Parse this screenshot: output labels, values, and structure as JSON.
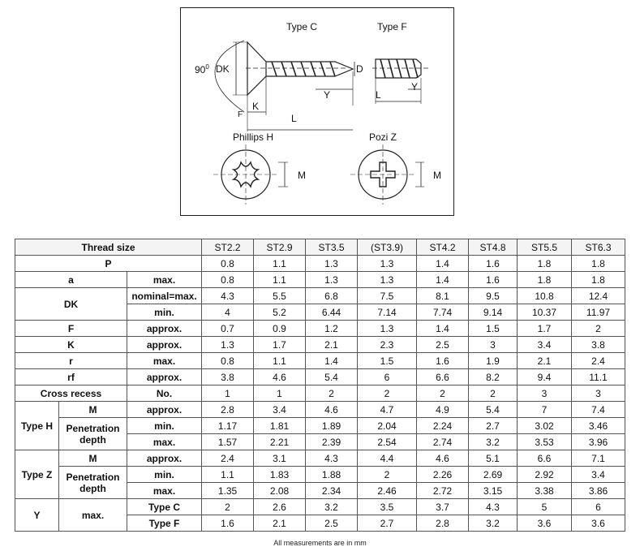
{
  "drawing": {
    "labels": {
      "type_c": "Type C",
      "type_f": "Type F",
      "angle": "90",
      "degree": "0",
      "dk": "DK",
      "d": "D",
      "y1": "Y",
      "y2": "Y",
      "l1": "L",
      "l2": "L",
      "k": "K",
      "f": "F",
      "phillips": "Phillips  H",
      "pozi": "Pozi  Z",
      "m1": "M",
      "m2": "M"
    }
  },
  "table": {
    "header": {
      "label": "Thread size",
      "sizes": [
        "ST2.2",
        "ST2.9",
        "ST3.5",
        "(ST3.9)",
        "ST4.2",
        "ST4.8",
        "ST5.5",
        "ST6.3"
      ]
    },
    "p": {
      "label": "P",
      "values": [
        "0.8",
        "1.1",
        "1.3",
        "1.3",
        "1.4",
        "1.6",
        "1.8",
        "1.8"
      ]
    },
    "a": {
      "label": "a",
      "sub": "max.",
      "values": [
        "0.8",
        "1.1",
        "1.3",
        "1.3",
        "1.4",
        "1.6",
        "1.8",
        "1.8"
      ]
    },
    "dk": {
      "label": "DK",
      "nominal": {
        "sub": "nominal=max.",
        "values": [
          "4.3",
          "5.5",
          "6.8",
          "7.5",
          "8.1",
          "9.5",
          "10.8",
          "12.4"
        ]
      },
      "min": {
        "sub": "min.",
        "values": [
          "4",
          "5.2",
          "6.44",
          "7.14",
          "7.74",
          "9.14",
          "10.37",
          "11.97"
        ]
      }
    },
    "f": {
      "label": "F",
      "sub": "approx.",
      "values": [
        "0.7",
        "0.9",
        "1.2",
        "1.3",
        "1.4",
        "1.5",
        "1.7",
        "2"
      ]
    },
    "k": {
      "label": "K",
      "sub": "approx.",
      "values": [
        "1.3",
        "1.7",
        "2.1",
        "2.3",
        "2.5",
        "3",
        "3.4",
        "3.8"
      ]
    },
    "r": {
      "label": "r",
      "sub": "max.",
      "values": [
        "0.8",
        "1.1",
        "1.4",
        "1.5",
        "1.6",
        "1.9",
        "2.1",
        "2.4"
      ]
    },
    "rf": {
      "label": "rf",
      "sub": "approx.",
      "values": [
        "3.8",
        "4.6",
        "5.4",
        "6",
        "6.6",
        "8.2",
        "9.4",
        "11.1"
      ]
    },
    "cross_recess": {
      "label": "Cross recess",
      "sub": "No.",
      "values": [
        "1",
        "1",
        "2",
        "2",
        "2",
        "2",
        "3",
        "3"
      ]
    },
    "type_h": {
      "label": "Type H",
      "m": {
        "label": "M",
        "sub": "approx.",
        "values": [
          "2.8",
          "3.4",
          "4.6",
          "4.7",
          "4.9",
          "5.4",
          "7",
          "7.4"
        ]
      },
      "pen_label": "Penetration depth",
      "pen_min": {
        "sub": "min.",
        "values": [
          "1.17",
          "1.81",
          "1.89",
          "2.04",
          "2.24",
          "2.7",
          "3.02",
          "3.46"
        ]
      },
      "pen_max": {
        "sub": "max.",
        "values": [
          "1.57",
          "2.21",
          "2.39",
          "2.54",
          "2.74",
          "3.2",
          "3.53",
          "3.96"
        ]
      }
    },
    "type_z": {
      "label": "Type Z",
      "m": {
        "label": "M",
        "sub": "approx.",
        "values": [
          "2.4",
          "3.1",
          "4.3",
          "4.4",
          "4.6",
          "5.1",
          "6.6",
          "7.1"
        ]
      },
      "pen_label": "Penetration depth",
      "pen_min": {
        "sub": "min.",
        "values": [
          "1.1",
          "1.83",
          "1.88",
          "2",
          "2.26",
          "2.69",
          "2.92",
          "3.4"
        ]
      },
      "pen_max": {
        "sub": "max.",
        "values": [
          "1.35",
          "2.08",
          "2.34",
          "2.46",
          "2.72",
          "3.15",
          "3.38",
          "3.86"
        ]
      }
    },
    "y": {
      "label": "Y",
      "sub": "max.",
      "type_c": {
        "label": "Type C",
        "values": [
          "2",
          "2.6",
          "3.2",
          "3.5",
          "3.7",
          "4.3",
          "5",
          "6"
        ]
      },
      "type_f": {
        "label": "Type F",
        "values": [
          "1.6",
          "2.1",
          "2.5",
          "2.7",
          "2.8",
          "3.2",
          "3.6",
          "3.6"
        ]
      }
    }
  },
  "footnote": "All measurements are in mm"
}
